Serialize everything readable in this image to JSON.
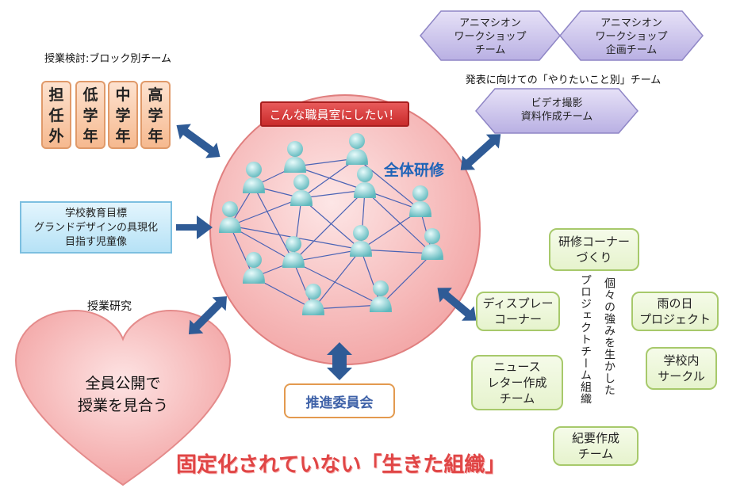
{
  "header": {
    "block_team_label": "授業検討:ブロック別チーム",
    "yaritai_label": "発表に向けての「やりたいこと別」チーム"
  },
  "grade_boxes": [
    "担任外",
    "低学年",
    "中学年",
    "高学年"
  ],
  "hexagons": {
    "animation_team": "アニマシオン\nワークショップ\nチーム",
    "animation_plan": "アニマシオン\nワークショップ\n企画チーム",
    "video_team": "ビデオ撮影\n資料作成チーム"
  },
  "circle": {
    "banner": "こんな職員室にしたい！",
    "title": "全体研修"
  },
  "school_goal": "学校教育目標\nグランドデザインの具現化\n目指す児童像",
  "heart": {
    "caption": "授業研究",
    "text": "全員公開で\n授業を見合う"
  },
  "committee": "推進委員会",
  "projects": {
    "vertical_label_1": "個々の強みを生かした",
    "vertical_label_2": "プロジェクトチーム組織",
    "boxes": {
      "kenshu": "研修コーナー\nづくり",
      "rain": "雨の日\nプロジェクト",
      "display": "ディスプレー\nコーナー",
      "circle": "学校内\nサークル",
      "news": "ニュース\nレター作成\nチーム",
      "kiyou": "紀要作成\nチーム"
    }
  },
  "footer": "固定化されていない「生きた組織」",
  "colors": {
    "arrow": "#2f5b96",
    "circle_fill": "#f6c2c2",
    "banner": "#d63a3a",
    "hex_fill": "#c9c2ea",
    "footer_text": "#e04545",
    "title_blue": "#1d63b8"
  }
}
